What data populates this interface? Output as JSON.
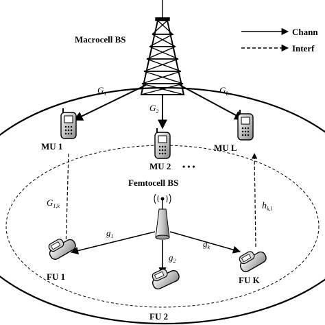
{
  "legend": {
    "channel_label": "Chann",
    "interference_label": "Interf"
  },
  "macrocell": {
    "label": "Macrocell BS"
  },
  "femtocell": {
    "label": "Femtocell BS"
  },
  "mobile_users": [
    {
      "label": "MU 1",
      "link_symbol": "G",
      "link_sub": "1"
    },
    {
      "label": "MU 2",
      "link_symbol": "G",
      "link_sub": "2"
    },
    {
      "label": "MU L",
      "link_symbol": "G",
      "link_sub": "L"
    }
  ],
  "ellipsis": "• • •",
  "femto_users": [
    {
      "label": "FU 1",
      "link_symbol": "g",
      "link_sub": "1"
    },
    {
      "label": "FU 2",
      "link_symbol": "g",
      "link_sub": "2"
    },
    {
      "label": "FU K",
      "link_symbol": "g",
      "link_sub": "k"
    }
  ],
  "interference_links": [
    {
      "symbol": "G",
      "sub": "1,k"
    },
    {
      "symbol": "h",
      "sub": "k,l"
    }
  ]
}
